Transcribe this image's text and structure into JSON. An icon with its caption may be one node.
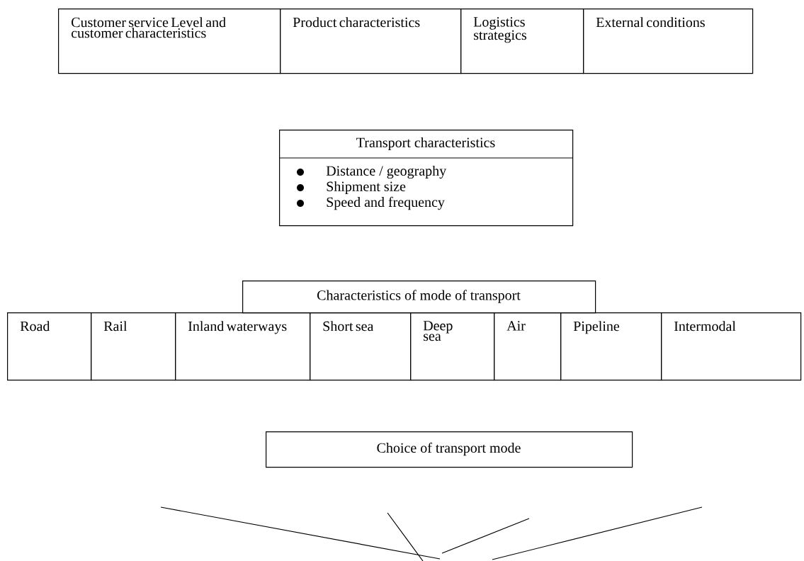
{
  "diagram": {
    "nodes": [
      {
        "text": [
          "Customer service Level and customer characteristics"
        ]
      },
      {
        "text": [
          "Product characteristics"
        ]
      },
      {
        "text": [
          "Logistics strategics"
        ]
      },
      {
        "text": [
          "External conditions"
        ]
      },
      {
        "text": [
          "Transport characteristics",
          "Distance / geography",
          "Shipment size",
          "Speed and frequency"
        ]
      },
      {
        "text": [
          "Characteristics of mode of transport"
        ]
      },
      {
        "text": [
          "Road"
        ]
      },
      {
        "text": [
          "Rail"
        ]
      },
      {
        "text": [
          "Inland waterways"
        ]
      },
      {
        "text": [
          "Short sea"
        ]
      },
      {
        "text": [
          "Deep sea"
        ]
      },
      {
        "text": [
          "Air"
        ]
      },
      {
        "text": [
          "Pipeline"
        ]
      },
      {
        "text": [
          "Intermodal"
        ]
      },
      {
        "text": [
          "Choice of transport mode"
        ]
      }
    ]
  }
}
